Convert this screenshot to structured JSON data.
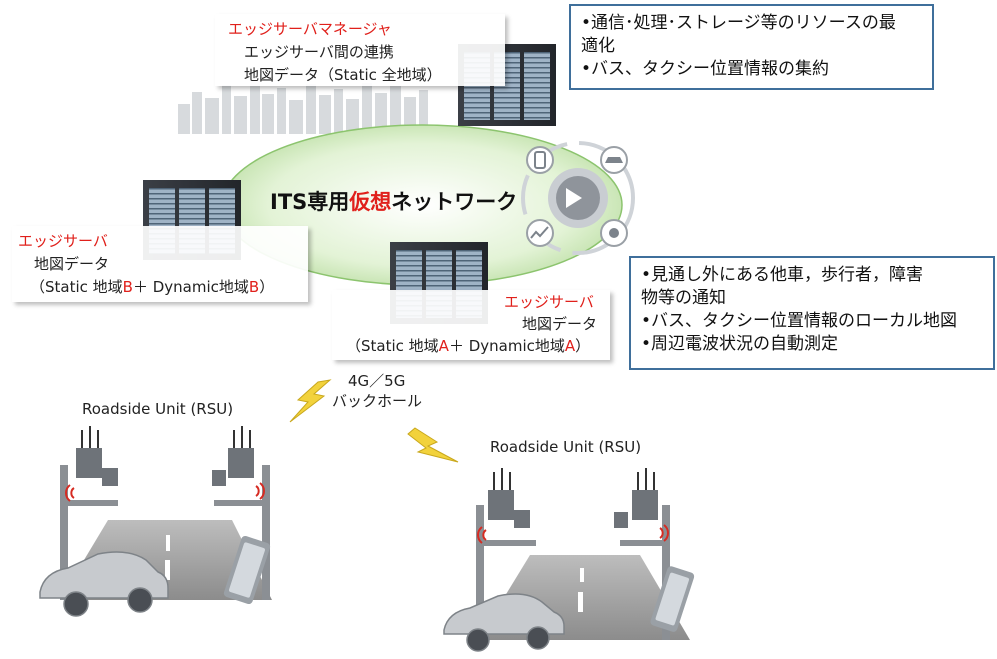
{
  "manager": {
    "title": "エッジサーバマネージャ",
    "line1": "エッジサーバ間の連携",
    "line2": "地図データ（Static 全地域）"
  },
  "network": {
    "title_prefix": "ITS専用",
    "title_highlight": "仮想",
    "title_suffix": "ネットワーク"
  },
  "server_b": {
    "title": "エッジサーバ",
    "line1": "地図データ",
    "line2_a": "（Static 地域",
    "line2_b": "B",
    "line2_c": "＋ Dynamic地域",
    "line2_d": "B",
    "line2_e": "）"
  },
  "server_a": {
    "title": "エッジサーバ",
    "line1": "地図データ",
    "line2_a": "（Static 地域",
    "line2_b": "A",
    "line2_c": "＋ Dynamic地域",
    "line2_d": "A",
    "line2_e": "）"
  },
  "info_top": {
    "items": [
      "•通信･処理･ストレージ等のリソースの最",
      "適化",
      "•バス、タクシー位置情報の集約"
    ]
  },
  "info_right": {
    "items": [
      "•見通し外にある他車，歩行者，障害",
      "物等の通知",
      "•バス、タクシー位置情報のローカル地図",
      "•周辺電波状況の自動測定"
    ]
  },
  "backhaul": {
    "line1": "4G／5G",
    "line2": "バックホール"
  },
  "rsu_left": {
    "label": "Roadside Unit (RSU)"
  },
  "rsu_right": {
    "label": "Roadside Unit (RSU)"
  },
  "colors": {
    "accent_red": "#e0201b",
    "box_border": "#3f6f9b",
    "ellipse": "#cfeabf"
  }
}
